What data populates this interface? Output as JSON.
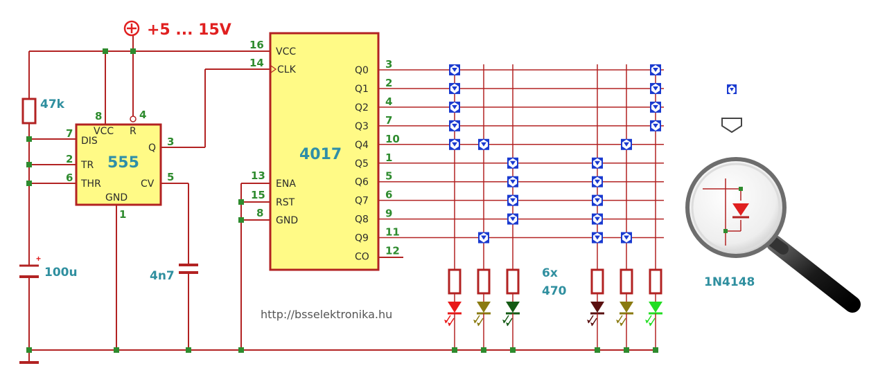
{
  "power": {
    "label": "+5 ... 15V",
    "symbol": "plus-circle-icon"
  },
  "timer": {
    "name": "555",
    "pins_left": [
      {
        "num": "7",
        "label": "DIS"
      },
      {
        "num": "2",
        "label": "TR"
      },
      {
        "num": "6",
        "label": "THR"
      }
    ],
    "pin_vcc": {
      "num": "8",
      "label": "VCC"
    },
    "pin_reset": {
      "num": "4",
      "label": "R"
    },
    "pin_out": {
      "num": "3",
      "label": "Q"
    },
    "pin_cv": {
      "num": "5",
      "label": "CV"
    },
    "pin_gnd": {
      "num": "1",
      "label": "GND"
    }
  },
  "counter": {
    "name": "4017",
    "pin_vcc": {
      "num": "16",
      "label": "VCC"
    },
    "pin_clk": {
      "num": "14",
      "label": "CLK"
    },
    "pins_left_bottom": [
      {
        "num": "13",
        "label": "ENA"
      },
      {
        "num": "15",
        "label": "RST"
      },
      {
        "num": "8",
        "label": "GND"
      }
    ],
    "outputs": [
      {
        "label": "Q0",
        "num": "3"
      },
      {
        "label": "Q1",
        "num": "2"
      },
      {
        "label": "Q2",
        "num": "4"
      },
      {
        "label": "Q3",
        "num": "7"
      },
      {
        "label": "Q4",
        "num": "10"
      },
      {
        "label": "Q5",
        "num": "1"
      },
      {
        "label": "Q6",
        "num": "5"
      },
      {
        "label": "Q7",
        "num": "6"
      },
      {
        "label": "Q8",
        "num": "9"
      },
      {
        "label": "Q9",
        "num": "11"
      },
      {
        "label": "CO",
        "num": "12"
      }
    ]
  },
  "components": {
    "resistor_timing": "47k",
    "capacitor_timing": "100u",
    "capacitor_cv": "4n7",
    "resistor_array_line1": "6x",
    "resistor_array_line2": "470",
    "diode_type": "1N4148"
  },
  "leds": [
    {
      "color": "#e81818"
    },
    {
      "color": "#8a7a10"
    },
    {
      "color": "#145a14"
    },
    {
      "color": "#5a1010"
    },
    {
      "color": "#8a7a10"
    },
    {
      "color": "#22dd22"
    }
  ],
  "matrix": {
    "columns": [
      {
        "rows": [
          0,
          1,
          2,
          3,
          4
        ]
      },
      {
        "rows": [
          4,
          9
        ]
      },
      {
        "rows": [
          5,
          6,
          7,
          8
        ]
      },
      {
        "rows": [
          5,
          6,
          7,
          8,
          9
        ]
      },
      {
        "rows": [
          4,
          9
        ]
      },
      {
        "rows": [
          0,
          1,
          2,
          3
        ]
      }
    ]
  },
  "colors": {
    "wire": "#b22222",
    "chip_fill": "#fffa86",
    "chip_border": "#b22222",
    "diode_marker": "#1a3ad0",
    "label_green": "#2e8b2e",
    "label_teal": "#2f8f9f",
    "power_red": "#e02020"
  },
  "credit": "http://bsselektronika.hu"
}
